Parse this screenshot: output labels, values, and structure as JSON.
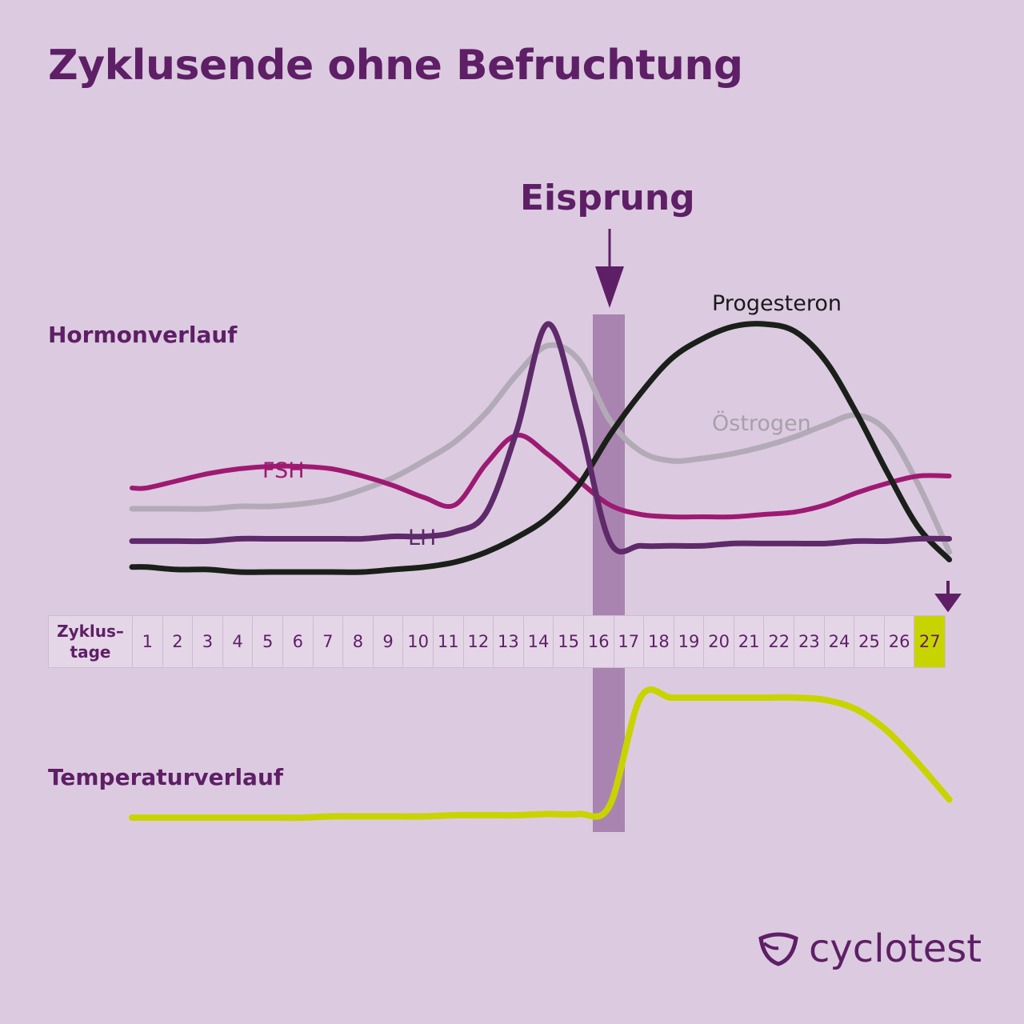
{
  "title": "Zyklusende ohne Befruchtung",
  "ovulation_label": "Eisprung",
  "sections": {
    "hormones": "Hormonverlauf",
    "temperature": "Temperaturverlauf"
  },
  "curve_labels": {
    "progesterone": "Progesteron",
    "oestrogen": "Östrogen",
    "fsh": "FSH",
    "lh": "LH"
  },
  "day_table": {
    "header_line1": "Zyklus–",
    "header_line2": "tage",
    "days": [
      "1",
      "2",
      "3",
      "4",
      "5",
      "6",
      "7",
      "8",
      "9",
      "10",
      "11",
      "12",
      "13",
      "14",
      "15",
      "16",
      "17",
      "18",
      "19",
      "20",
      "21",
      "22",
      "23",
      "24",
      "25",
      "26",
      "27"
    ],
    "highlighted_day": "27"
  },
  "logo": {
    "text": "cyclotest"
  },
  "colors": {
    "background": "#dccbe0",
    "title": "#5e1f66",
    "fsh": "#9e1a72",
    "lh": "#5e2a6a",
    "progesterone": "#1a1f1a",
    "oestrogen": "#b3aab7",
    "temperature": "#c8d400",
    "ovulation_band": "#a984b0",
    "highlight": "#c8d400"
  },
  "chart_data": {
    "type": "line",
    "x_unit_label": "Zyklustage",
    "x": [
      1,
      2,
      3,
      4,
      5,
      6,
      7,
      8,
      9,
      10,
      11,
      12,
      13,
      14,
      15,
      16,
      17,
      18,
      19,
      20,
      21,
      22,
      23,
      24,
      25,
      26,
      27
    ],
    "ovulation_day": 16,
    "highlight_day": 27,
    "series": [
      {
        "name": "FSH",
        "values": [
          0.3,
          0.33,
          0.36,
          0.38,
          0.39,
          0.39,
          0.38,
          0.35,
          0.31,
          0.26,
          0.23,
          0.4,
          0.52,
          0.44,
          0.33,
          0.23,
          0.19,
          0.18,
          0.18,
          0.18,
          0.19,
          0.2,
          0.23,
          0.28,
          0.32,
          0.35,
          0.35
        ]
      },
      {
        "name": "LH",
        "values": [
          0.08,
          0.08,
          0.08,
          0.09,
          0.09,
          0.09,
          0.09,
          0.09,
          0.1,
          0.1,
          0.12,
          0.2,
          0.55,
          1.0,
          0.6,
          0.08,
          0.06,
          0.06,
          0.06,
          0.07,
          0.07,
          0.07,
          0.07,
          0.08,
          0.08,
          0.09,
          0.09
        ]
      },
      {
        "name": "Östrogen",
        "values": [
          0.18,
          0.18,
          0.18,
          0.19,
          0.19,
          0.2,
          0.22,
          0.26,
          0.31,
          0.38,
          0.46,
          0.58,
          0.74,
          0.86,
          0.8,
          0.55,
          0.42,
          0.38,
          0.39,
          0.41,
          0.44,
          0.48,
          0.53,
          0.57,
          0.5,
          0.28,
          0.0
        ]
      },
      {
        "name": "Progesteron",
        "values": [
          0.02,
          0.01,
          0.01,
          0.0,
          0.0,
          0.0,
          0.0,
          0.0,
          0.01,
          0.02,
          0.04,
          0.08,
          0.14,
          0.22,
          0.35,
          0.55,
          0.72,
          0.86,
          0.94,
          0.99,
          1.0,
          0.97,
          0.85,
          0.64,
          0.4,
          0.18,
          0.05
        ]
      },
      {
        "name": "Temperatur",
        "values": [
          0.0,
          0.0,
          0.0,
          0.0,
          0.0,
          0.0,
          0.01,
          0.01,
          0.01,
          0.01,
          0.02,
          0.02,
          0.02,
          0.03,
          0.03,
          0.1,
          1.0,
          1.0,
          1.0,
          1.0,
          1.0,
          1.0,
          0.98,
          0.9,
          0.72,
          0.45,
          0.15
        ]
      }
    ]
  }
}
